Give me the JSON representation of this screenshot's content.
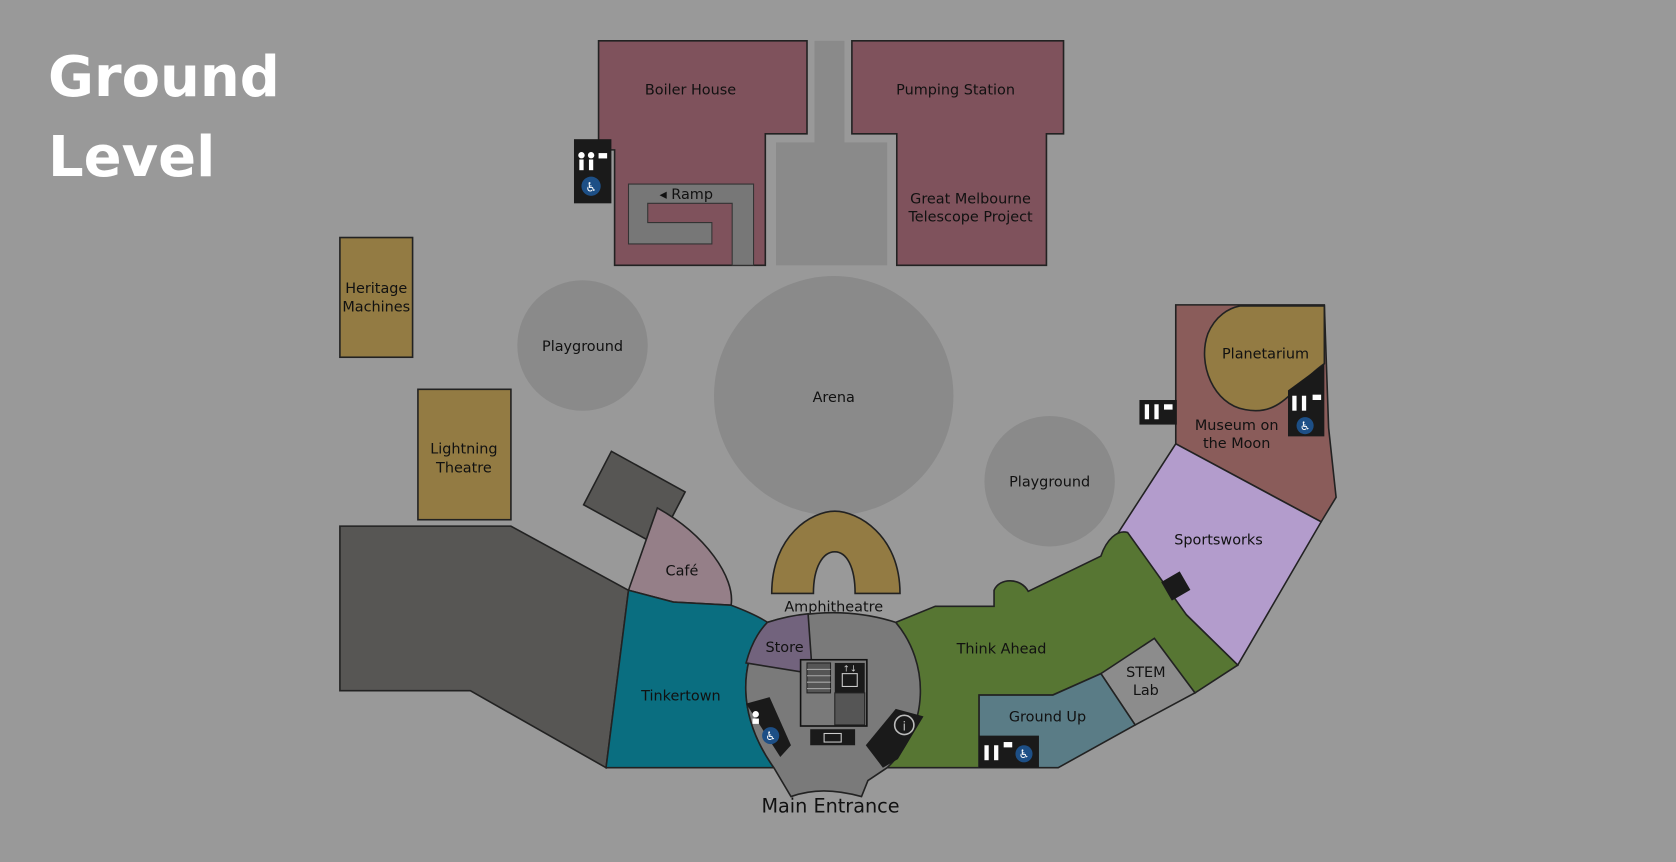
{
  "title": {
    "line1": "Ground",
    "line2": "Level"
  },
  "areas": {
    "boiler_house": "Boiler House",
    "pumping_station": "Pumping Station",
    "telescope": [
      "Great Melbourne",
      "Telescope Project"
    ],
    "ramp": "◂ Ramp",
    "heritage": [
      "Heritage",
      "Machines"
    ],
    "lightning": [
      "Lightning",
      "Theatre"
    ],
    "playground_left": "Playground",
    "arena": "Arena",
    "playground_right": "Playground",
    "planetarium": "Planetarium",
    "moon": [
      "Museum on",
      "the Moon"
    ],
    "sportsworks": "Sportsworks",
    "cafe": "Café",
    "amphitheatre": "Amphitheatre",
    "store": "Store",
    "think_ahead": "Think Ahead",
    "tinkertown": "Tinkertown",
    "stem": [
      "STEM",
      "Lab"
    ],
    "ground_up": "Ground Up",
    "main_entrance": "Main Entrance"
  },
  "colors": {
    "background": "#999999",
    "heritage_buildings": "#7f525c",
    "gold": "#937b43",
    "outdoor": "#8a8a8a",
    "dark": "#575654",
    "teal": "#0a6e80",
    "green": "#577633",
    "lavender": "#b39ccc",
    "moon": "#8a5c5a",
    "cafe": "#957f88",
    "store": "#72637d",
    "ground_up": "#5a7c86",
    "stem": "#8c8c8c",
    "foyer": "#7a7a7a"
  },
  "icons": [
    "toilets-icon",
    "accessible-icon",
    "baby-change-icon",
    "lift-icon",
    "stairs-icon",
    "tickets-icon",
    "info-icon"
  ]
}
